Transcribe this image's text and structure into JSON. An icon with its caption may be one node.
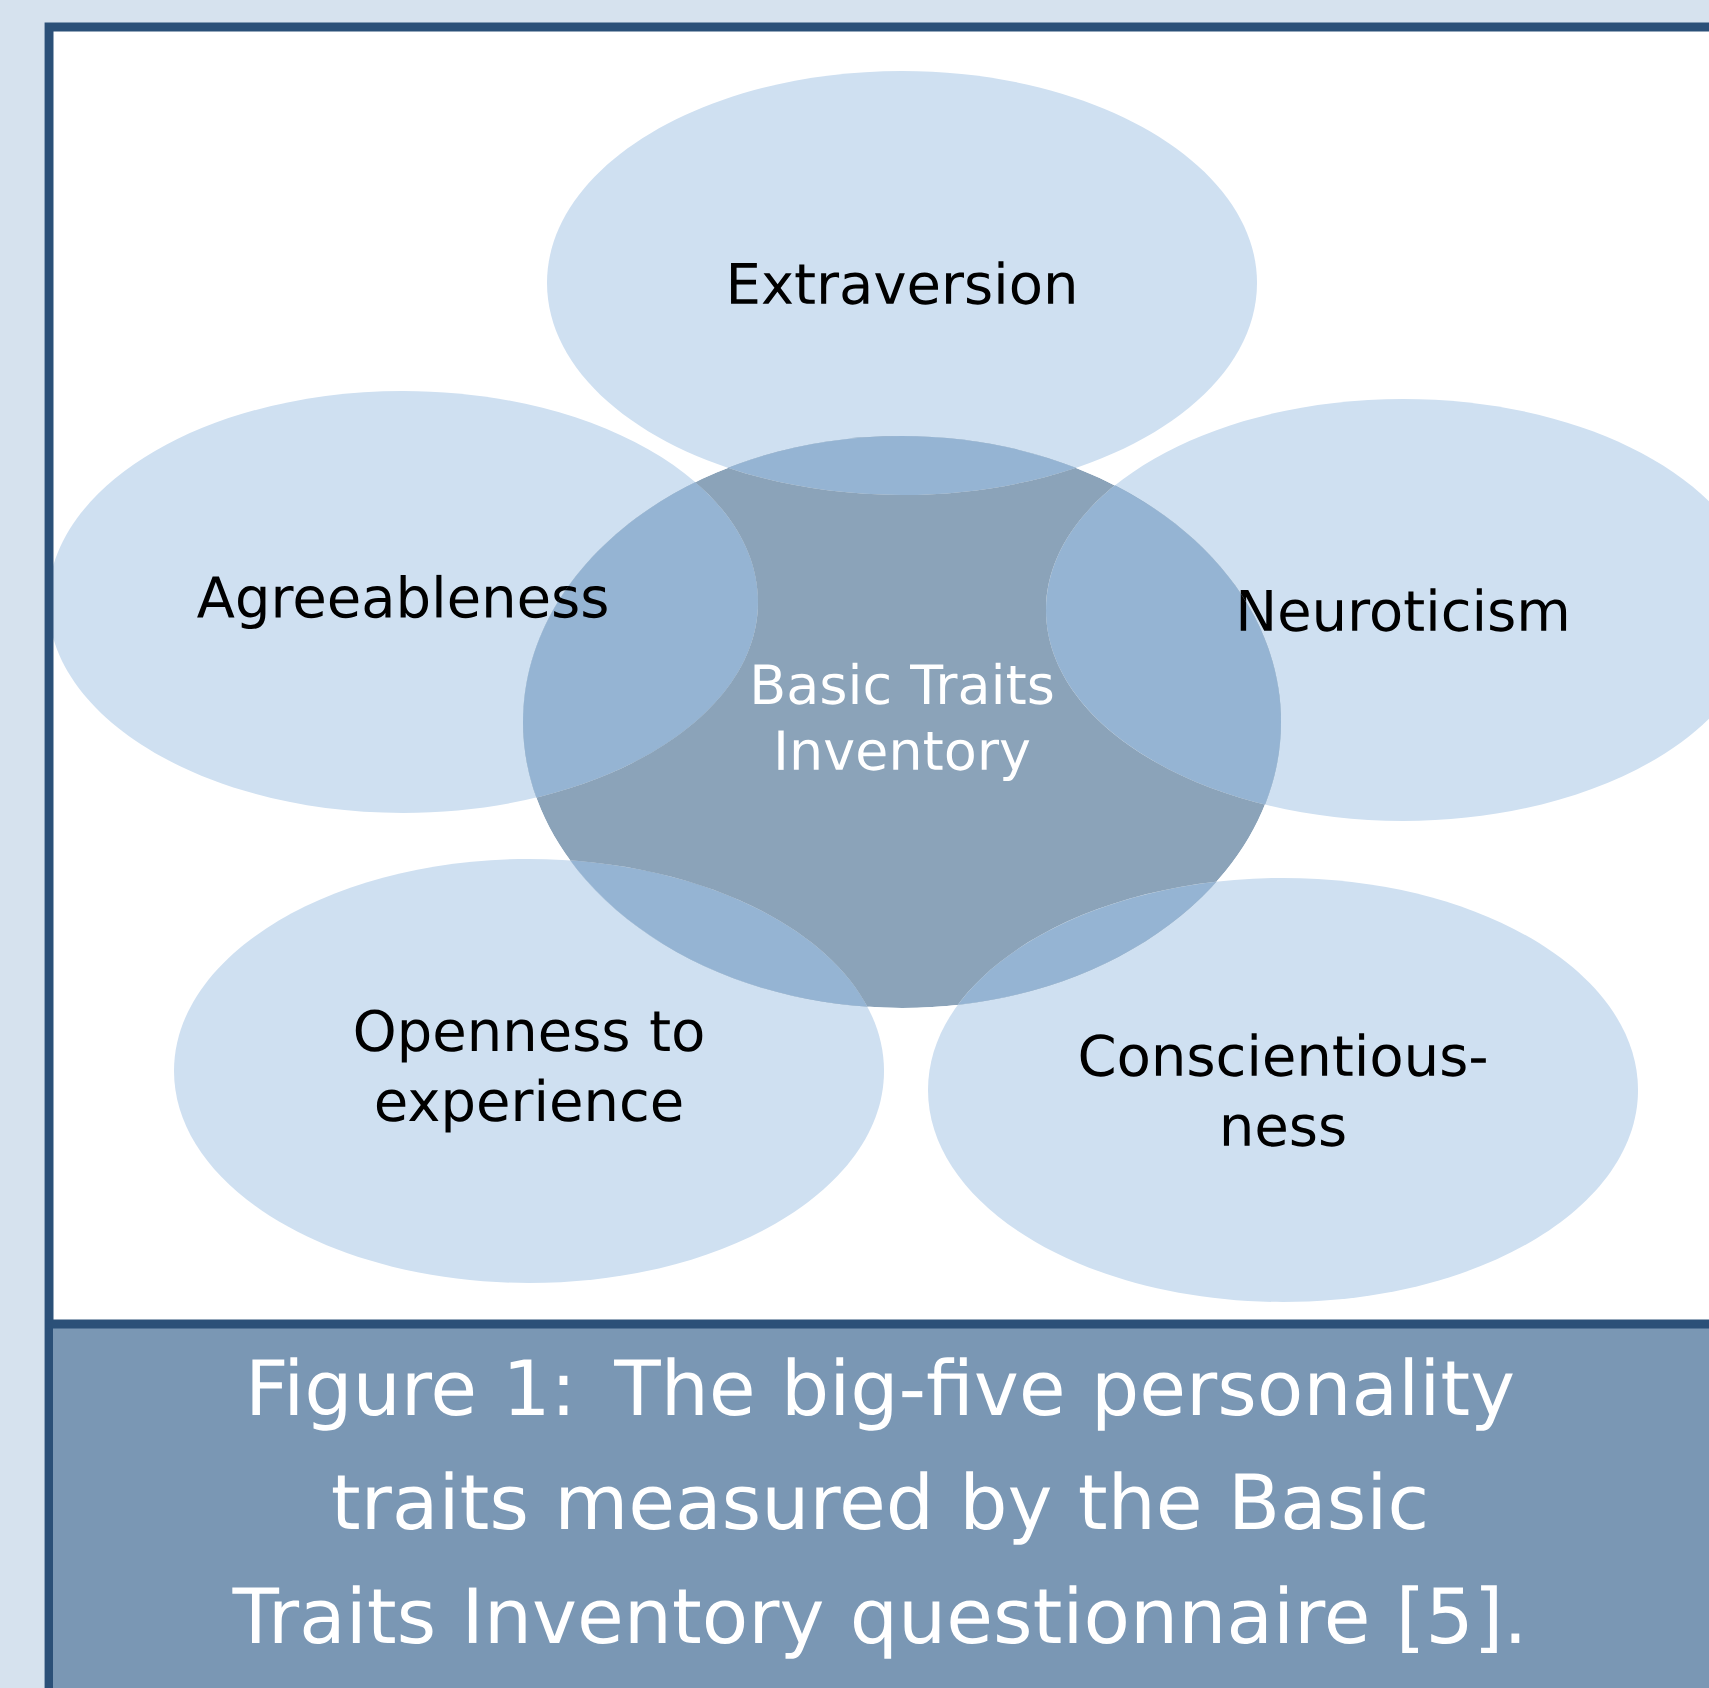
{
  "diagram": {
    "caption": "Figure 1: The big-five personality traits measured by the Basic Traits Inventory questionnaire [5].",
    "nodes": [
      {
        "text": [
          "Extraversion"
        ]
      },
      {
        "text": [
          "Agreeableness"
        ]
      },
      {
        "text": [
          "Basic Traits Inventory"
        ]
      },
      {
        "text": [
          "Neuroticism"
        ]
      },
      {
        "text": [
          "Openness to experience"
        ]
      },
      {
        "text": [
          "Conscientious- ness"
        ]
      }
    ]
  }
}
